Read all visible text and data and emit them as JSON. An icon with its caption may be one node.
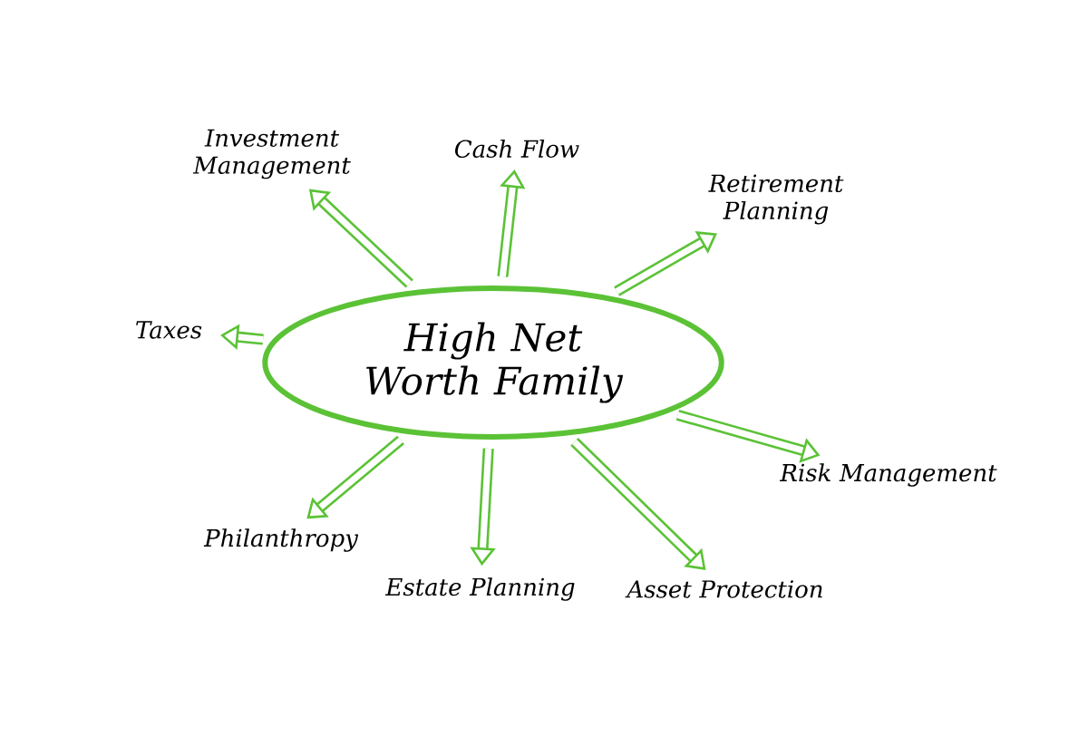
{
  "diagram": {
    "nodes": [
      {
        "text": [
          "High Net Worth Family"
        ]
      },
      {
        "text": [
          "Investment Management"
        ]
      },
      {
        "text": [
          "Cash Flow"
        ]
      },
      {
        "text": [
          "Retirement Planning"
        ]
      },
      {
        "text": [
          "Taxes"
        ]
      },
      {
        "text": [
          "Risk Management"
        ]
      },
      {
        "text": [
          "Philanthropy"
        ]
      },
      {
        "text": [
          "Estate Planning"
        ]
      },
      {
        "text": [
          "Asset Protection"
        ]
      }
    ],
    "edges": [
      {
        "from": 0,
        "to": 1,
        "arrow": "to"
      },
      {
        "from": 0,
        "to": 2,
        "arrow": "to"
      },
      {
        "from": 0,
        "to": 3,
        "arrow": "to"
      },
      {
        "from": 0,
        "to": 4,
        "arrow": "to"
      },
      {
        "from": 0,
        "to": 5,
        "arrow": "to"
      },
      {
        "from": 0,
        "to": 6,
        "arrow": "to"
      },
      {
        "from": 0,
        "to": 7,
        "arrow": "to"
      },
      {
        "from": 0,
        "to": 8,
        "arrow": "to"
      }
    ]
  }
}
